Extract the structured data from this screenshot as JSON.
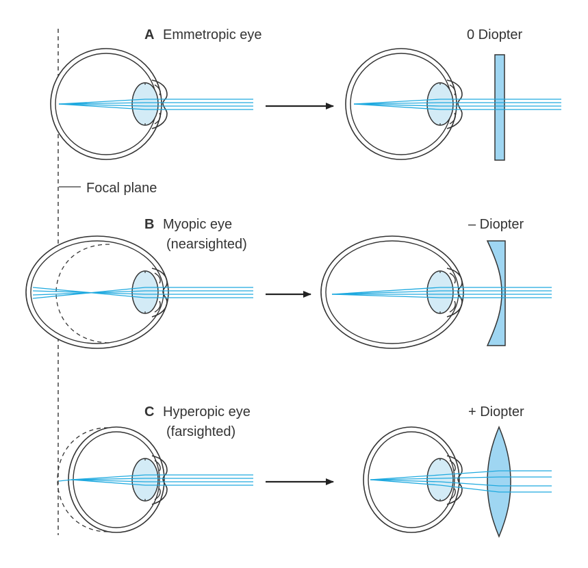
{
  "focal_plane_label": "Focal plane",
  "panels": [
    {
      "letter": "A",
      "title": "Emmetropic eye",
      "subtitle": "",
      "lens_label": "0 Diopter",
      "lens_type": "flat"
    },
    {
      "letter": "B",
      "title": "Myopic eye",
      "subtitle": "(nearsighted)",
      "lens_label": "– Diopter",
      "lens_type": "concave"
    },
    {
      "letter": "C",
      "title": "Hyperopic eye",
      "subtitle": "(farsighted)",
      "lens_label": "+ Diopter",
      "lens_type": "convex"
    }
  ],
  "colors": {
    "ray": "#1ea9df",
    "lens_fill": "#9fd6f2",
    "eye_lens_fill": "#d3ebf6",
    "outline": "#333333",
    "arrow": "#222222"
  }
}
